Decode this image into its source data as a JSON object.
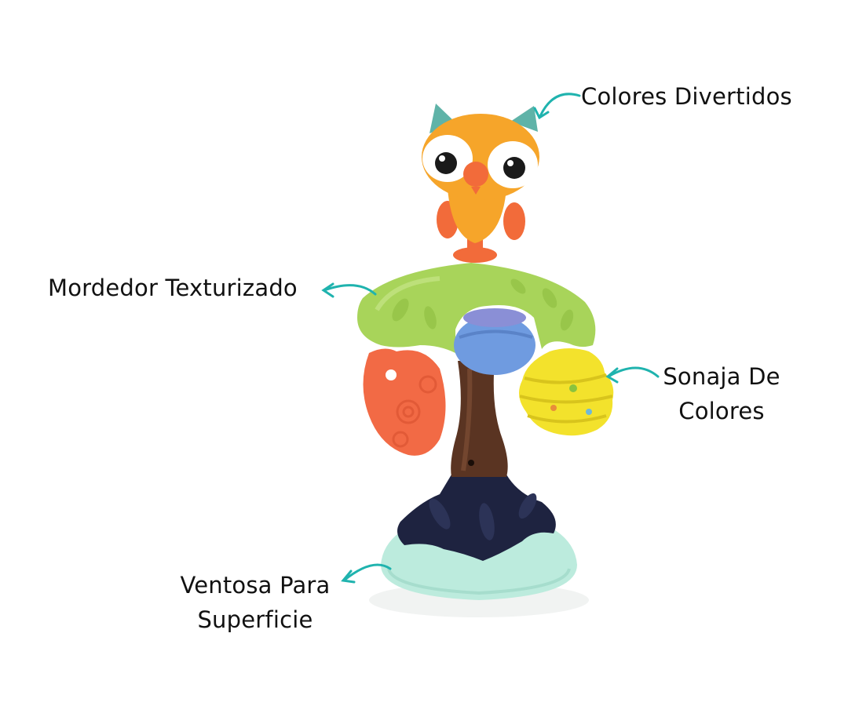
{
  "product": {
    "name": "owl-tree-suction-toy",
    "colors": {
      "owl_body": "#F6A52A",
      "owl_ears": "#5FB3A8",
      "owl_beak": "#F26B3A",
      "canopy": "#A8D45A",
      "ball": "#6F9BE0",
      "teether": "#F26A45",
      "rattle": "#F3E22C",
      "trunk": "#5A3422",
      "base_cover": "#1E2340",
      "suction_cup": "#BCEBDD",
      "arrow": "#1FB3AE"
    }
  },
  "annotations": [
    {
      "id": "colors",
      "lines": [
        "Colores Divertidos"
      ]
    },
    {
      "id": "teether",
      "lines": [
        "Mordedor Texturizado"
      ]
    },
    {
      "id": "rattle",
      "lines": [
        "Sonaja De",
        "Colores"
      ]
    },
    {
      "id": "suction",
      "lines": [
        "Ventosa Para",
        "Superficie"
      ]
    }
  ]
}
